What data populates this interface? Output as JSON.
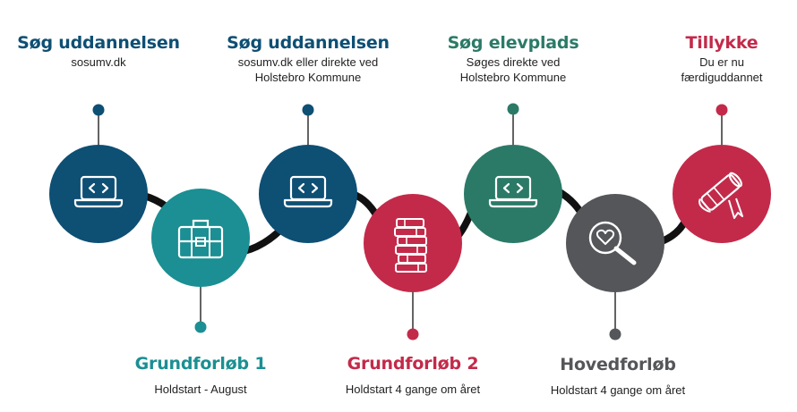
{
  "colors": {
    "navy": "#0e4f74",
    "teal": "#1b8f93",
    "crimson": "#c32a4a",
    "green": "#2b7a67",
    "gray": "#545659",
    "connector": "#111111"
  },
  "steps": [
    {
      "title": "Søg uddannelsen",
      "subtitle_lines": [
        "sosumv.dk"
      ],
      "icon": "laptop-code-icon",
      "color": "#0e4f74"
    },
    {
      "title": "Grundforløb 1",
      "subtitle_lines": [
        "Holdstart - August"
      ],
      "icon": "briefcase-icon",
      "color": "#1b8f93"
    },
    {
      "title": "Søg uddannelsen",
      "subtitle_lines": [
        "sosumv.dk eller direkte ved",
        "Holstebro Kommune"
      ],
      "icon": "laptop-code-icon",
      "color": "#0e4f74"
    },
    {
      "title": "Grundforløb 2",
      "subtitle_lines": [
        "Holdstart 4 gange om året"
      ],
      "icon": "books-icon",
      "color": "#c32a4a"
    },
    {
      "title": "Søg elevplads",
      "subtitle_lines": [
        "Søges direkte ved",
        "Holstebro Kommune"
      ],
      "icon": "laptop-code-icon",
      "color": "#2b7a67"
    },
    {
      "title": "Hovedforløb",
      "subtitle_lines": [
        "Holdstart 4 gange om året"
      ],
      "icon": "magnifier-heart-icon",
      "color": "#545659"
    },
    {
      "title": "Tillykke",
      "subtitle_lines": [
        "Du er nu",
        "færdiguddannet"
      ],
      "icon": "diploma-icon",
      "color": "#c32a4a"
    }
  ]
}
